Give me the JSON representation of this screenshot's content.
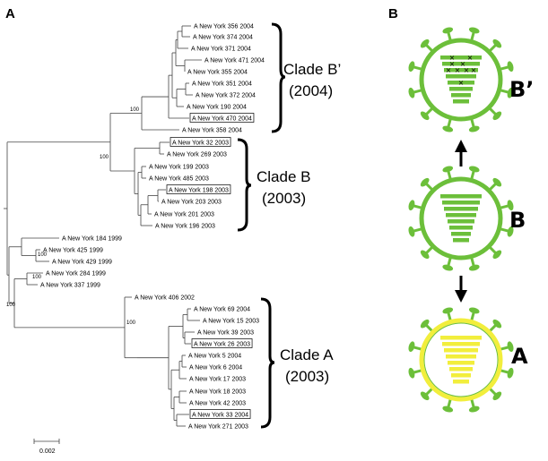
{
  "panels": {
    "a": "A",
    "b": "B"
  },
  "scale_bar": "0.002",
  "bootstrap": [
    "100",
    "100",
    "100",
    "100",
    "100",
    "100"
  ],
  "clades": {
    "b_prime": {
      "name": "Clade B’",
      "year": "(2004)"
    },
    "b": {
      "name": "Clade B",
      "year": "(2003)"
    },
    "a": {
      "name": "Clade A",
      "year": "(2003)"
    }
  },
  "virus_labels": {
    "b_prime": "B’",
    "b": "B",
    "a": "A"
  },
  "taxa": [
    "A New York 356 2004",
    "A New York 374 2004",
    "A New York 371 2004",
    "A New York 471 2004",
    "A New York 355 2004",
    "A New York 351 2004",
    "A New York 372 2004",
    "A New York 190 2004",
    "A New York 470 2004",
    "A New York 358 2004",
    "A New York 32 2003",
    "A New York 269 2003",
    "A New York 199 2003",
    "A New York 485 2003",
    "A New York 198 2003",
    "A New York 203 2003",
    "A New York 201 2003",
    "A New York 196 2003",
    "A New York 184 1999",
    "A New York 425 1999",
    "A New York 429 1999",
    "A New York 284 1999",
    "A New York 337 1999",
    "A New York 406 2002",
    "A New York 69 2004",
    "A New York 15 2003",
    "A New York 39 2003",
    "A New York 26 2003",
    "A New York 5 2004",
    "A New York 6 2004",
    "A New York 17 2003",
    "A New York 18 2003",
    "A New York 42 2003",
    "A New York 33 2004",
    "A New York 271 2003"
  ],
  "boxed_taxa": [
    "A New York 470 2004",
    "A New York 32 2003",
    "A New York 198 2003",
    "A New York 26 2003",
    "A New York 33 2004"
  ],
  "colors": {
    "green": "#6cbf3a",
    "yellow": "#f2ee3c",
    "line": "#444444",
    "black": "#000000"
  }
}
